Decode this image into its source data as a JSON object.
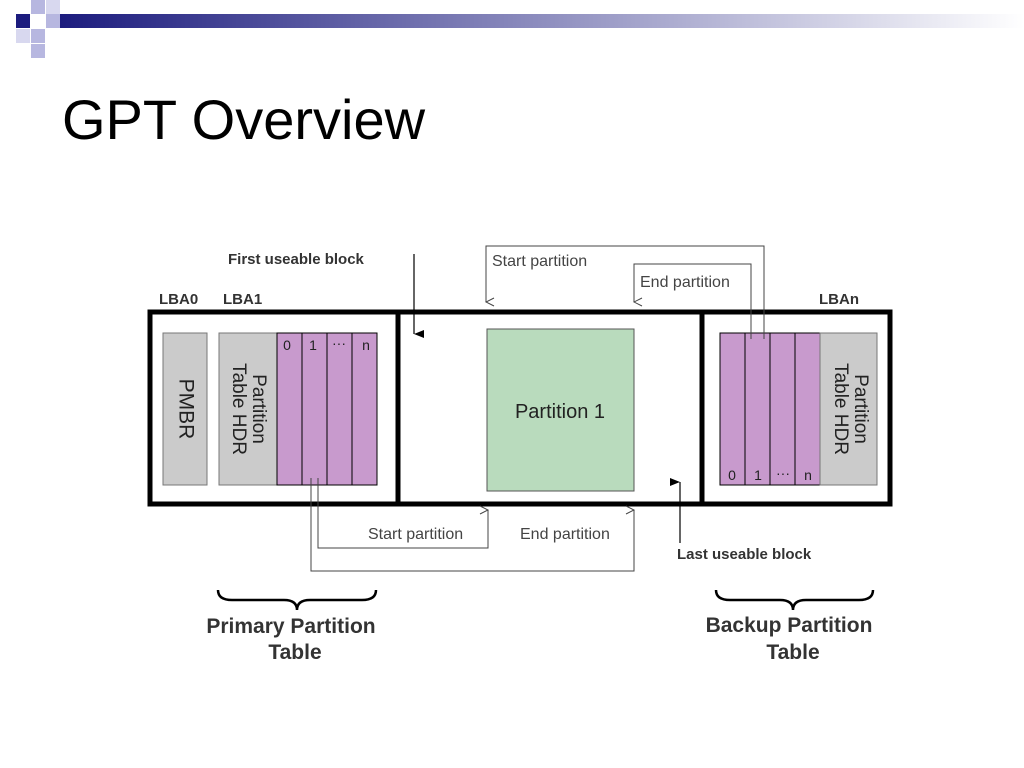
{
  "slide": {
    "title": "GPT Overview"
  },
  "colors": {
    "gray_block": "#cbcbcb",
    "purple_block": "#c89acd",
    "green_partition": "#b9dbbd",
    "outline": "#000000",
    "deco_navy": "#1c1c7e",
    "deco_light": "#b7b7e0"
  },
  "diagram": {
    "labels": {
      "lba0": "LBA0",
      "lba1": "LBA1",
      "lban": "LBAn",
      "first_usable": "First useable block",
      "last_usable": "Last useable block",
      "start_partition": "Start partition",
      "end_partition": "End partition"
    },
    "blocks": {
      "pmbr": "PMBR",
      "partition_table_hdr_line1": "Partition",
      "partition_table_hdr_line2": "Table HDR",
      "partition_1": "Partition 1"
    },
    "entries": [
      "0",
      "1",
      "···",
      "n"
    ],
    "captions": {
      "primary_line1": "Primary Partition",
      "primary_line2": "Table",
      "backup_line1": "Backup Partition",
      "backup_line2": "Table"
    }
  }
}
